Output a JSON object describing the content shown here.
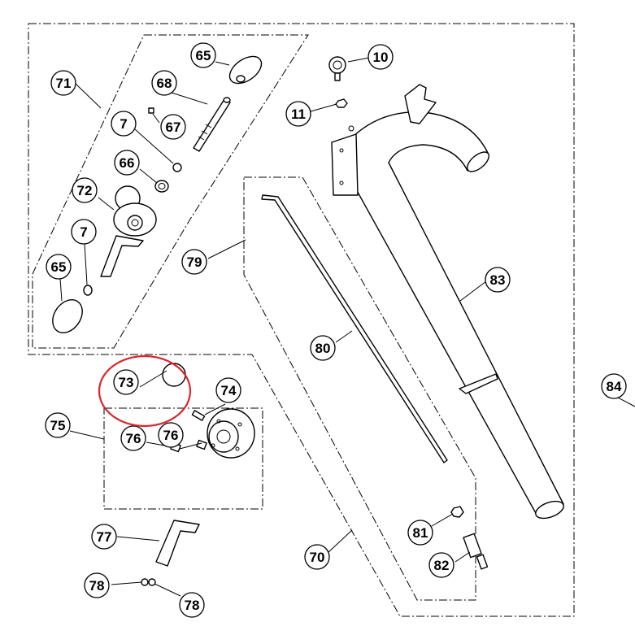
{
  "callouts": {
    "c71": "71",
    "c65a": "65",
    "c68": "68",
    "c7a": "7",
    "c67": "67",
    "c66": "66",
    "c72": "72",
    "c7b": "7",
    "c65b": "65",
    "c10": "10",
    "c11": "11",
    "c79": "79",
    "c83": "83",
    "c80": "80",
    "c73": "73",
    "c74": "74",
    "c84": "84",
    "c75": "75",
    "c76a": "76",
    "c76b": "76",
    "c77": "77",
    "c81": "81",
    "c70": "70",
    "c82": "82",
    "c78a": "78",
    "c78b": "78"
  },
  "colors": {
    "line": "#000000",
    "highlight": "#d9262c",
    "background": "#ffffff"
  }
}
